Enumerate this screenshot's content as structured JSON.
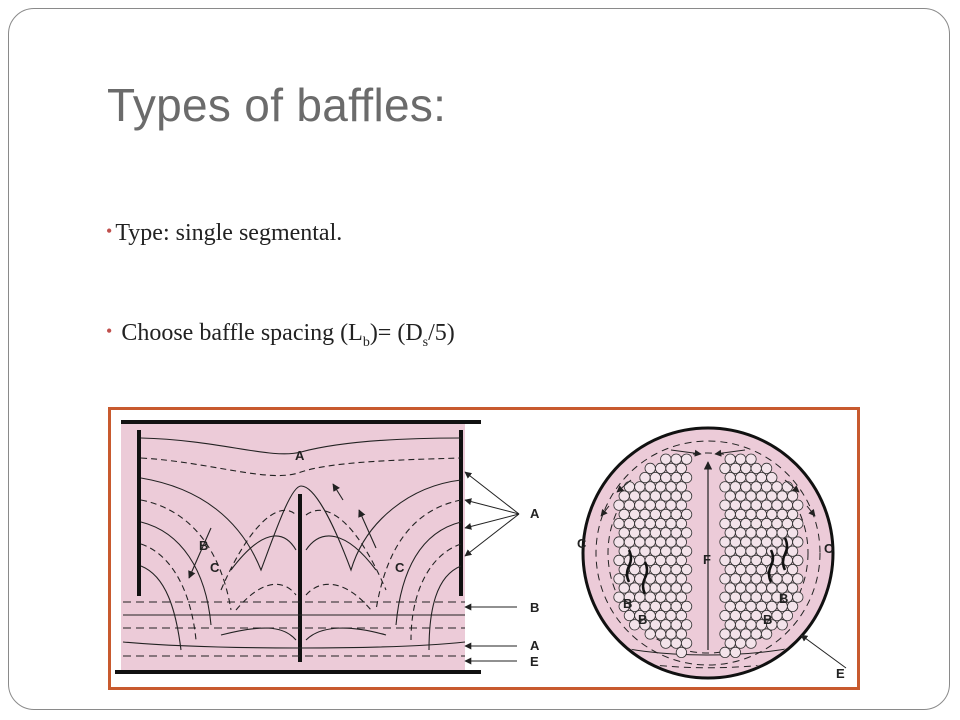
{
  "slide": {
    "title": "Types of baffles:",
    "bullet_glyph": "•",
    "bullet1": "Type: single segmental.",
    "bullet2": {
      "prefix": "Choose baffle spacing (L",
      "sub1": "b",
      "middle": ")= (D",
      "sub2": "s",
      "suffix": "/5)"
    }
  },
  "figure": {
    "labels": {
      "A": "A",
      "B": "B",
      "C": "C",
      "E": "E",
      "F": "F"
    }
  },
  "colors": {
    "accent_bullet": "#c0504d",
    "figure_border": "#c85a2e",
    "diagram_fill": "#eccbd8",
    "title_color": "#6b6b6b"
  }
}
